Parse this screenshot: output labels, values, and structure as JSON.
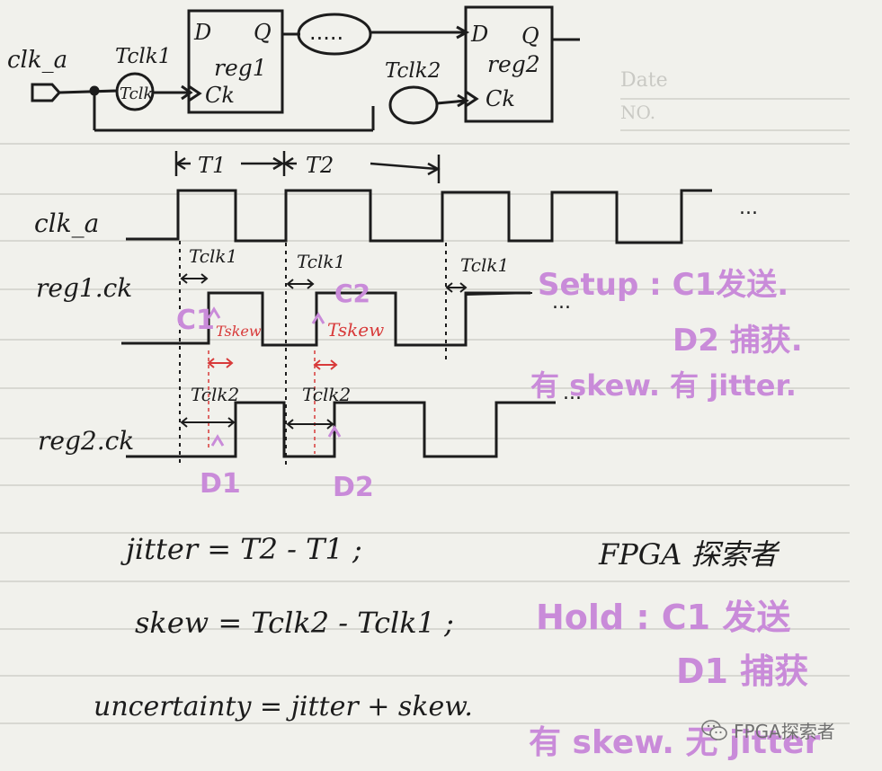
{
  "header": {
    "date_label": "Date",
    "no_label": "NO."
  },
  "circuit": {
    "clock_input": "clk_a",
    "tclk1_label": "Tclk1",
    "tclk1_box": "Tclk",
    "tclk2_label": "Tclk2",
    "reg1": {
      "d": "D",
      "q": "Q",
      "name": "reg1",
      "ck": "Ck"
    },
    "reg2": {
      "d": "D",
      "q": "Q",
      "name": "reg2",
      "ck": "Ck"
    },
    "logic_cloud": "....."
  },
  "timing": {
    "t1_label": "T1",
    "t2_label": "T2",
    "signals": [
      "clk_a",
      "reg1.ck",
      "reg2.ck"
    ],
    "tclk1_labels": [
      "Tclk1",
      "Tclk1",
      "Tclk1"
    ],
    "tclk2_labels": [
      "Tclk2",
      "Tclk2"
    ],
    "tskew_labels": [
      "Tskew",
      "Tskew"
    ],
    "edge_labels": {
      "c1": "C1",
      "c2": "C2",
      "d1": "D1",
      "d2": "D2"
    },
    "continuation": "...",
    "continuation_reg1": "...",
    "continuation_reg2": "..."
  },
  "notes": {
    "setup_line1": "Setup : C1发送.",
    "setup_line2": "D2 捕获.",
    "setup_line3": "有 skew. 有 jitter.",
    "author": "FPGA 探索者",
    "hold_line1": "Hold : C1 发送",
    "hold_line2": "D1 捕获",
    "hold_line3": "有 skew. 无 jitter"
  },
  "equations": {
    "jitter": "jitter = T2 - T1 ;",
    "skew": "skew = Tclk2 - Tclk1 ;",
    "uncertainty": "uncertainty = jitter + skew."
  },
  "watermark": {
    "text": "FPGA探索者",
    "icon": "wechat-icon"
  },
  "colors": {
    "ink": "#1c1c1c",
    "purple": "#c98bd9",
    "red": "#d83a3a",
    "paper": "#f1f1ec",
    "rule": "#cfcfca"
  }
}
